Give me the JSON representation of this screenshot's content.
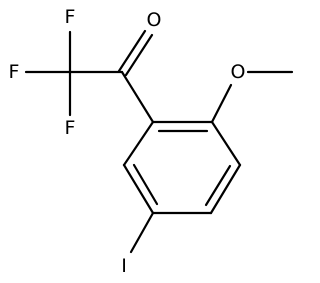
{
  "molecule": {
    "atoms": [
      {
        "id": "F1",
        "label": "F"
      },
      {
        "id": "F2",
        "label": "F"
      },
      {
        "id": "F3",
        "label": "F"
      },
      {
        "id": "O_carbonyl",
        "label": "O"
      },
      {
        "id": "O_methoxy",
        "label": "O"
      },
      {
        "id": "I",
        "label": "I"
      }
    ]
  }
}
